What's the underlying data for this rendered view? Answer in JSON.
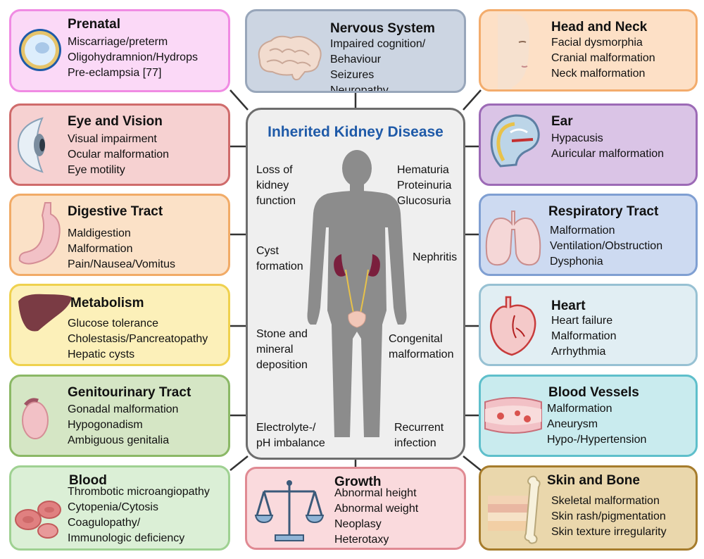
{
  "center": {
    "title": "Inherited Kidney Disease",
    "left_labels": [
      [
        "Loss of",
        "kidney",
        "function"
      ],
      [
        "Cyst",
        "formation"
      ],
      [
        "Stone and",
        "mineral",
        "deposition"
      ],
      [
        "Electrolyte-/",
        "pH imbalance"
      ]
    ],
    "right_labels": [
      [
        "Hematuria",
        "Proteinuria",
        "Glucosuria"
      ],
      [
        "Nephritis"
      ],
      [
        "Congenital",
        "malformation"
      ],
      [
        "Recurrent",
        "infection"
      ]
    ]
  },
  "boxes": {
    "prenatal": {
      "title": "Prenatal",
      "items": [
        "Miscarriage/preterm",
        "Oligohydramnion/Hydrops",
        "Pre-eclampsia [77]"
      ],
      "icon": "fetus-in-womb-icon"
    },
    "nervous": {
      "title": "Nervous System",
      "items": [
        "Impaired cognition/",
        "Behaviour",
        "Seizures",
        "Neuropathy"
      ],
      "icon": "brain-icon"
    },
    "head": {
      "title": "Head and Neck",
      "items": [
        "Facial dysmorphia",
        "Cranial malformation",
        "Neck malformation"
      ],
      "icon": "face-profile-icon"
    },
    "eye": {
      "title": "Eye and Vision",
      "items": [
        "Visual impairment",
        "Ocular malformation",
        "Eye motility"
      ],
      "icon": "eye-icon"
    },
    "ear": {
      "title": "Ear",
      "items": [
        "Hypacusis",
        "Auricular malformation"
      ],
      "icon": "ear-icon"
    },
    "digestive": {
      "title": "Digestive Tract",
      "items": [
        "Maldigestion",
        "Malformation",
        "Pain/Nausea/Vomitus"
      ],
      "icon": "stomach-icon"
    },
    "respiratory": {
      "title": "Respiratory Tract",
      "items": [
        "Malformation",
        "Ventilation/Obstruction",
        "Dysphonia"
      ],
      "icon": "lungs-icon"
    },
    "metabolism": {
      "title": "Metabolism",
      "items": [
        "Glucose tolerance",
        "Cholestasis/Pancreatopathy",
        "Hepatic cysts"
      ],
      "icon": "liver-icon"
    },
    "heart": {
      "title": "Heart",
      "items": [
        "Heart failure",
        "Malformation",
        "Arrhythmia"
      ],
      "icon": "heart-icon"
    },
    "genito": {
      "title": "Genitourinary Tract",
      "items": [
        "Gonadal malformation",
        "Hypogonadism",
        "Ambiguous genitalia"
      ],
      "icon": "gonad-icon"
    },
    "vessels": {
      "title": "Blood Vessels",
      "items": [
        "Malformation",
        "Aneurysm",
        "Hypo-/Hypertension"
      ],
      "icon": "blood-vessel-icon"
    },
    "blood": {
      "title": "Blood",
      "items": [
        "Thrombotic microangiopathy",
        "Cytopenia/Cytosis",
        "Coagulopathy/",
        "Immunologic deficiency"
      ],
      "icon": "blood-cells-icon"
    },
    "growth": {
      "title": "Growth",
      "items": [
        "Abnormal height",
        "Abnormal weight",
        "Neoplasy",
        "Heterotaxy"
      ],
      "icon": "balance-scale-icon"
    },
    "skin": {
      "title": "Skin and Bone",
      "items": [
        "Skeletal malformation",
        "Skin rash/pigmentation",
        "Skin texture irregularity"
      ],
      "icon": "skin-bone-icon"
    }
  },
  "colors": {
    "prenatal": {
      "fill": "#fbd9f7",
      "border": "#f08be3"
    },
    "nervous": {
      "fill": "#ccd5e2",
      "border": "#98a6ba"
    },
    "head": {
      "fill": "#fde0c6",
      "border": "#f3ac6c"
    },
    "eye": {
      "fill": "#f6d1d1",
      "border": "#cf6b6b"
    },
    "ear": {
      "fill": "#dac4e6",
      "border": "#9c6ab6"
    },
    "digestive": {
      "fill": "#fbe1c7",
      "border": "#f1ab67"
    },
    "respiratory": {
      "fill": "#cddaf1",
      "border": "#7f9fd2"
    },
    "metabolism": {
      "fill": "#fcf0b9",
      "border": "#efd14e"
    },
    "heart": {
      "fill": "#e1eef3",
      "border": "#97c1d3"
    },
    "genito": {
      "fill": "#d5e6c5",
      "border": "#8bb866"
    },
    "vessels": {
      "fill": "#c9ebee",
      "border": "#5ebfcb"
    },
    "blood": {
      "fill": "#dbefd6",
      "border": "#9fd192"
    },
    "growth": {
      "fill": "#fadadd",
      "border": "#e08a93"
    },
    "skin": {
      "fill": "#ead7ac",
      "border": "#a67c2c"
    },
    "center_title": "#1f5aa8",
    "body": "#8c8c8c"
  }
}
